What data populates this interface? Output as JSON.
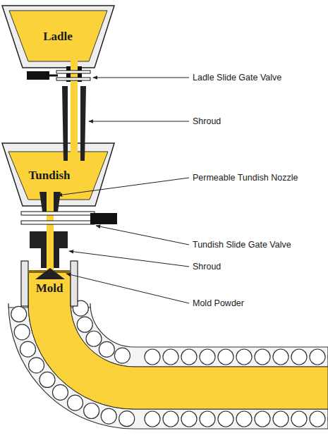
{
  "diagram": {
    "nodes": [
      {
        "text": [
          "Ladle"
        ]
      },
      {
        "text": [
          "Tundish"
        ]
      },
      {
        "text": [
          "Mold"
        ]
      }
    ],
    "labels": [
      "Ladle Slide Gate Valve",
      "Shroud",
      "Permeable Tundish Nozzle",
      "Tundish Slide Gate Valve",
      "Shroud",
      "Mold Powder"
    ]
  }
}
